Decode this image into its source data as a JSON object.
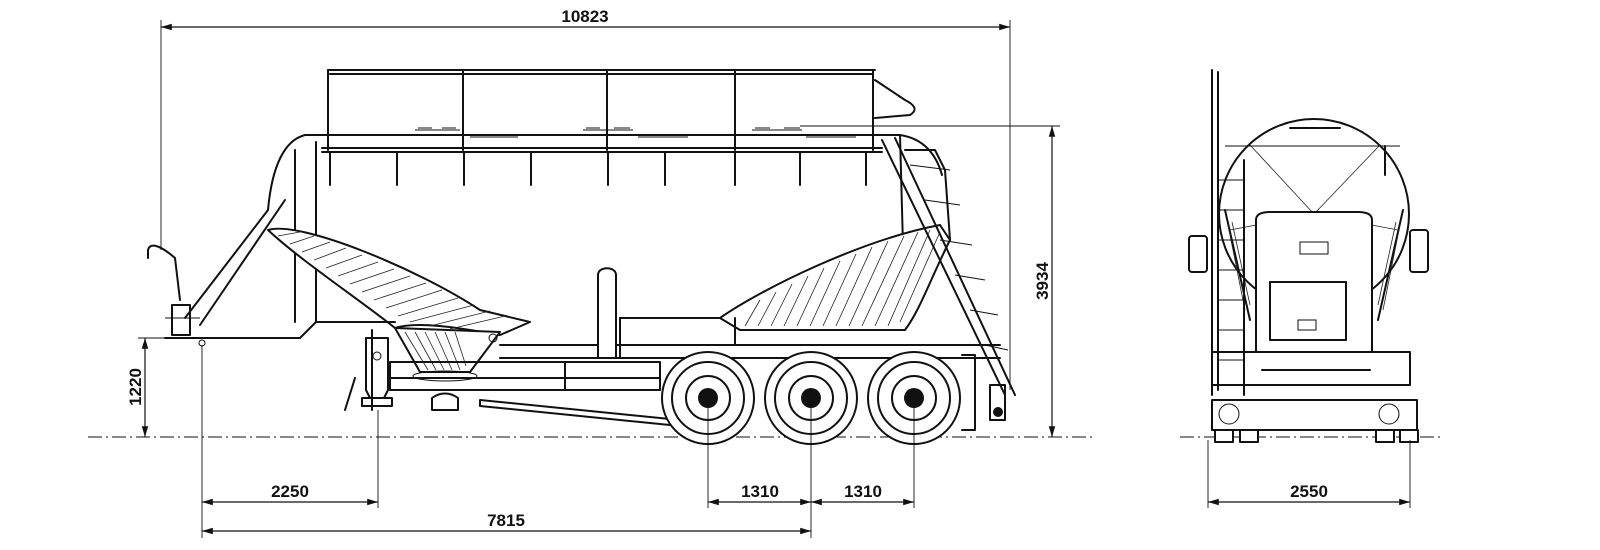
{
  "dimensions": {
    "overall_length": "10823",
    "overall_height": "3934",
    "coupling_height": "1220",
    "kingpin_to_landing_gear": "2250",
    "kingpin_to_axle_center": "7815",
    "axle_spacing_front": "1310",
    "axle_spacing_rear": "1310",
    "overall_width": "2550"
  }
}
